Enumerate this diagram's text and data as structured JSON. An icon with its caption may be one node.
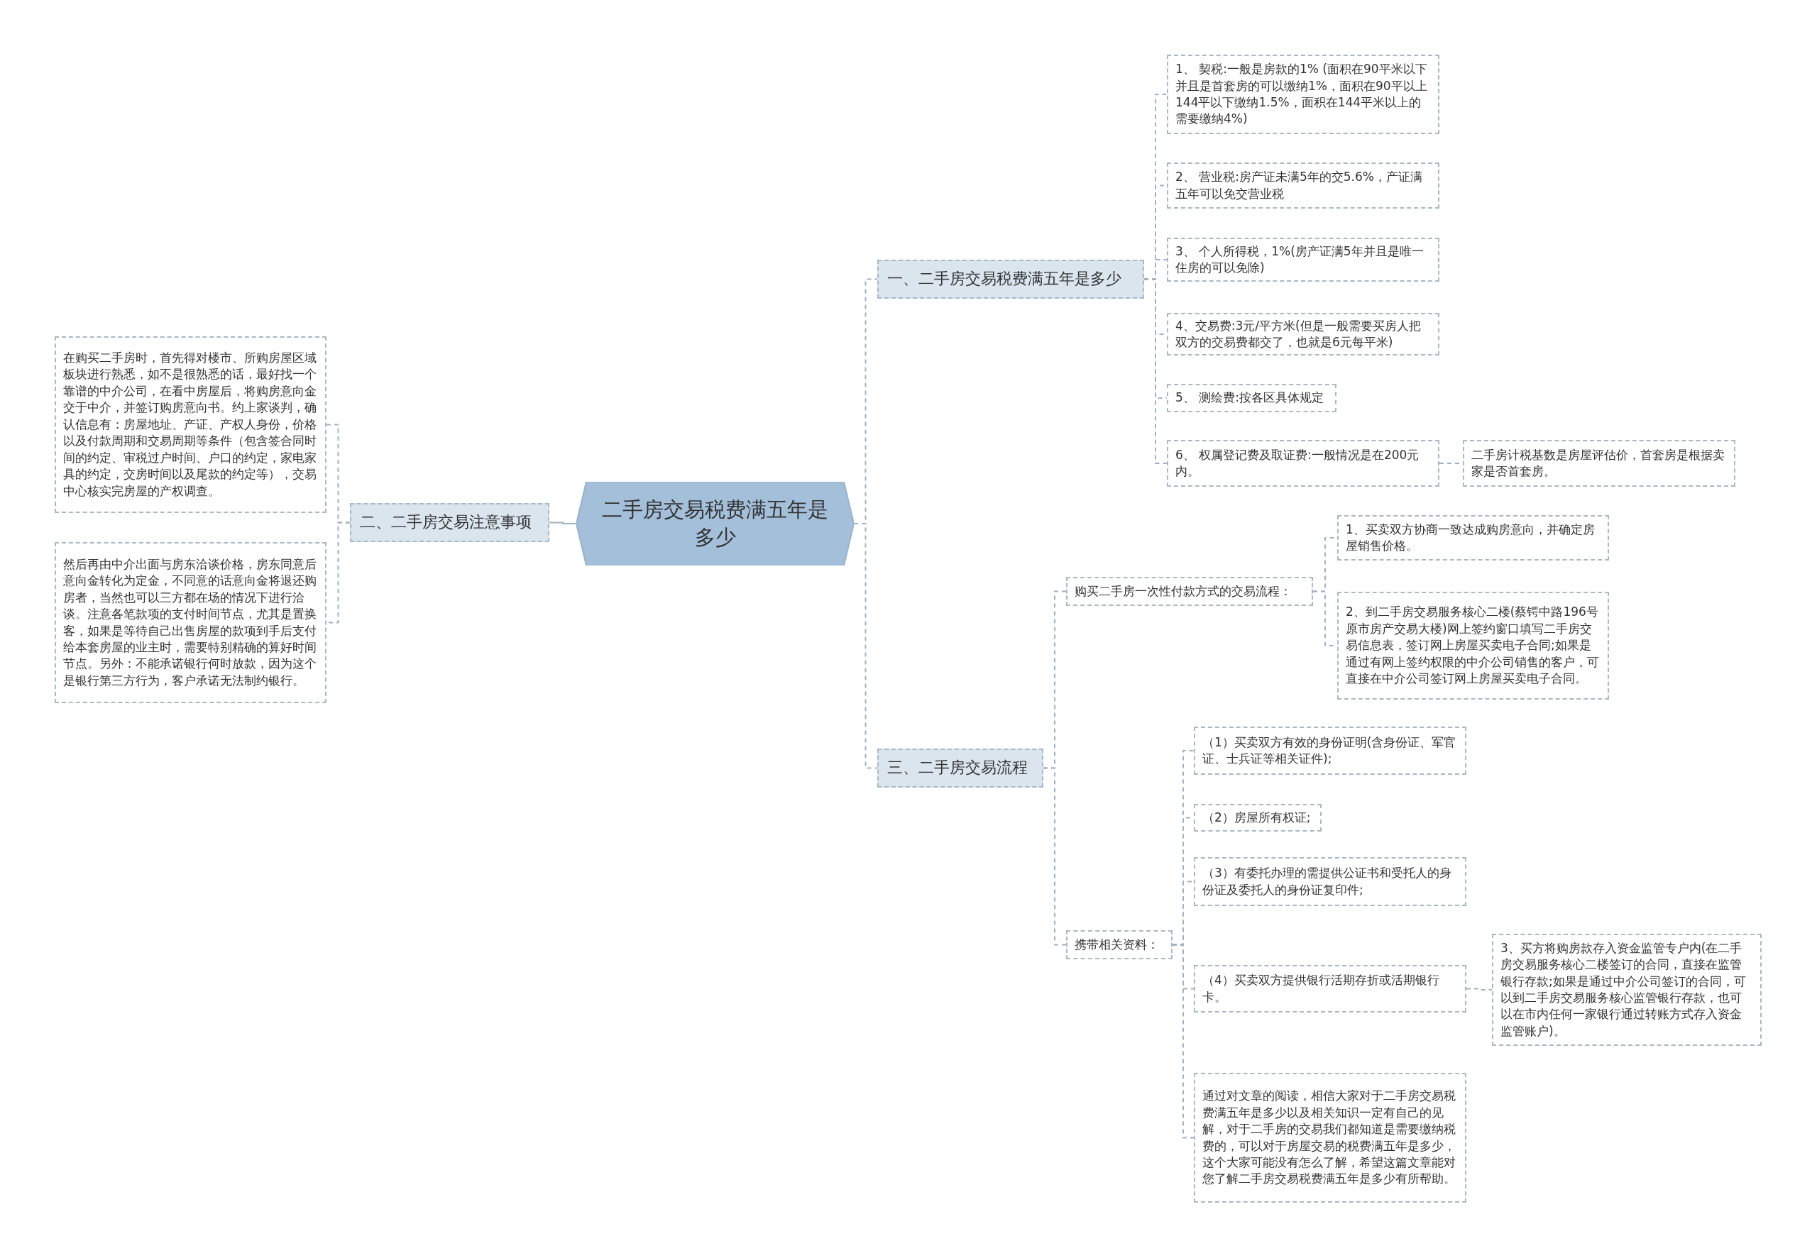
{
  "diagram": {
    "nodes": [
      {
        "text": [
          "二手房交易税费满五年是多少"
        ]
      },
      {
        "text": [
          "一、二手房交易税费满五年是多少"
        ]
      },
      {
        "text": [
          "1、 契税:一般是房款的1% (面积在90平米以下并且是首套房的可以缴纳1%，面积在90平以上144平以下缴纳1.5%，面积在144平米以上的需要缴纳4%)"
        ]
      },
      {
        "text": [
          "2、 营业税:房产证未满5年的交5.6%，产证满五年可以免交营业税"
        ]
      },
      {
        "text": [
          "3、 个人所得税，1%(房产证满5年并且是唯一住房的可以免除)"
        ]
      },
      {
        "text": [
          "4、交易费:3元/平方米(但是一般需要买房人把双方的交易费都交了，也就是6元每平米)"
        ]
      },
      {
        "text": [
          "5、 测绘费:按各区具体规定"
        ]
      },
      {
        "text": [
          "6、 权属登记费及取证费:一般情况是在200元内。"
        ]
      },
      {
        "text": [
          "二手房计税基数是房屋评估价，首套房是根据卖家是否首套房。"
        ]
      },
      {
        "text": [
          "二、二手房交易注意事项"
        ]
      },
      {
        "text": [
          "在购买二手房时，首先得对楼市、所购房屋区域板块进行熟悉，如不是很熟悉的话，最好找一个靠谱的中介公司，在看中房屋后，将购房意向金交于中介，并签订购房意向书。约上家谈判，确认信息有：房屋地址、产证、产权人身份，价格以及付款周期和交易周期等条件（包含签合同时间的约定、审税过户时间、户口的约定，家电家具的约定，交房时间以及尾款的约定等），交易中心核实完房屋的产权调查。"
        ]
      },
      {
        "text": [
          "然后再由中介出面与房东洽谈价格，房东同意后意向金转化为定金，不同意的话意向金将退还购房者，当然也可以三方都在场的情况下进行洽谈。注意各笔款项的支付时间节点，尤其是置换客，如果是等待自己出售房屋的款项到手后支付给本套房屋的业主时，需要特别精确的算好时间节点。另外：不能承诺银行何时放款，因为这个是银行第三方行为，客户承诺无法制约银行。"
        ]
      },
      {
        "text": [
          "三、二手房交易流程"
        ]
      },
      {
        "text": [
          "购买二手房一次性付款方式的交易流程："
        ]
      },
      {
        "text": [
          "1、买卖双方协商一致达成购房意向，并确定房屋销售价格。"
        ]
      },
      {
        "text": [
          "2、到二手房交易服务核心二楼(蔡锷中路196号原市房产交易大楼)网上签约窗口填写二手房交易信息表，签订网上房屋买卖电子合同;如果是通过有网上签约权限的中介公司销售的客户，可直接在中介公司签订网上房屋买卖电子合同。"
        ]
      },
      {
        "text": [
          "携带相关资料："
        ]
      },
      {
        "text": [
          "（1）买卖双方有效的身份证明(含身份证、军官证、士兵证等相关证件);"
        ]
      },
      {
        "text": [
          "（2）房屋所有权证;"
        ]
      },
      {
        "text": [
          "（3）有委托办理的需提供公证书和受托人的身份证及委托人的身份证复印件;"
        ]
      },
      {
        "text": [
          "（4）买卖双方提供银行活期存折或活期银行卡。"
        ]
      },
      {
        "text": [
          "3、买方将购房款存入资金监管专户内(在二手房交易服务核心二楼签订的合同，直接在监管银行存款;如果是通过中介公司签订的合同，可以到二手房交易服务核心监管银行存款，也可以在市内任何一家银行通过转账方式存入资金监管账户)。"
        ]
      },
      {
        "text": [
          "通过对文章的阅读，相信大家对于二手房交易税费满五年是多少以及相关知识一定有自己的见解，对于二手房的交易我们都知道是需要缴纳税费的，可以对于房屋交易的税费满五年是多少，这个大家可能没有怎么了解，希望这篇文章能对您了解二手房交易税费满五年是多少有所帮助。"
        ]
      }
    ],
    "edges": [
      {
        "from": 0,
        "to": 1,
        "arrow": "none",
        "style": "dashed"
      },
      {
        "from": 0,
        "to": 9,
        "arrow": "none"
      },
      {
        "from": 0,
        "to": 12,
        "arrow": "none",
        "style": "dashed"
      },
      {
        "from": 1,
        "to": 2,
        "arrow": "none",
        "style": "dashed"
      },
      {
        "from": 1,
        "to": 3,
        "arrow": "none",
        "style": "dashed"
      },
      {
        "from": 1,
        "to": 4,
        "arrow": "none",
        "style": "dashed"
      },
      {
        "from": 1,
        "to": 5,
        "arrow": "none",
        "style": "dashed"
      },
      {
        "from": 1,
        "to": 6,
        "arrow": "none",
        "style": "dashed"
      },
      {
        "from": 1,
        "to": 7,
        "arrow": "none",
        "style": "dashed"
      },
      {
        "from": 7,
        "to": 8,
        "arrow": "none",
        "style": "dashed"
      },
      {
        "from": 9,
        "to": 10,
        "arrow": "none",
        "style": "dashed"
      },
      {
        "from": 9,
        "to": 11,
        "arrow": "none",
        "style": "dashed"
      },
      {
        "from": 12,
        "to": 13,
        "arrow": "none",
        "style": "dashed"
      },
      {
        "from": 12,
        "to": 16,
        "arrow": "none",
        "style": "dashed"
      },
      {
        "from": 13,
        "to": 14,
        "arrow": "none",
        "style": "dashed"
      },
      {
        "from": 13,
        "to": 15,
        "arrow": "none",
        "style": "dashed"
      },
      {
        "from": 16,
        "to": 17,
        "arrow": "none",
        "style": "dashed"
      },
      {
        "from": 16,
        "to": 18,
        "arrow": "none",
        "style": "dashed"
      },
      {
        "from": 16,
        "to": 19,
        "arrow": "none",
        "style": "dashed"
      },
      {
        "from": 16,
        "to": 20,
        "arrow": "none",
        "style": "dashed"
      },
      {
        "from": 16,
        "to": 22,
        "arrow": "none",
        "style": "dashed"
      },
      {
        "from": 20,
        "to": 21,
        "arrow": "none",
        "style": "dashed"
      }
    ]
  }
}
